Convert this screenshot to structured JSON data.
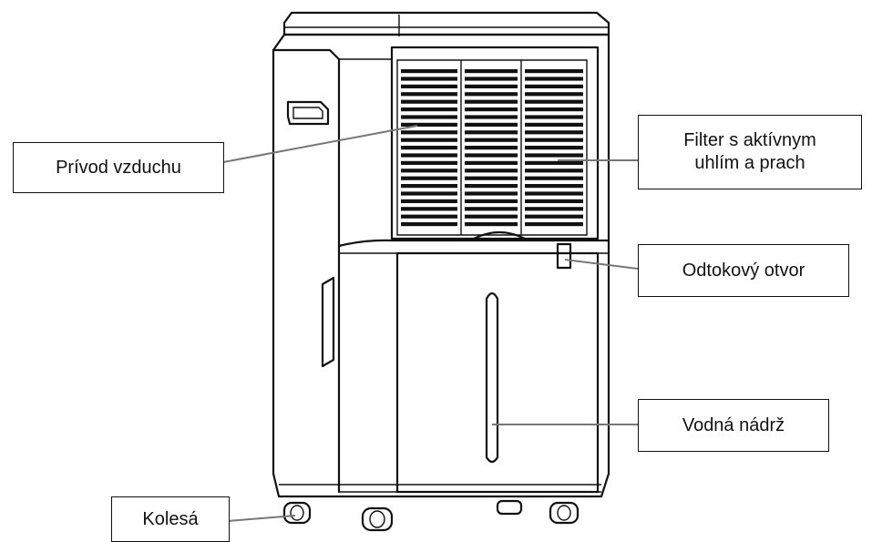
{
  "labels": {
    "air_intake": "Prívod vzduchu",
    "filter": "Filter s aktívnym\nuhlím a prach",
    "drain": "Odtokový otvor",
    "tank": "Vodná nádrž",
    "wheels": "Kolesá"
  },
  "colors": {
    "outline": "#111111",
    "leader": "#777777",
    "background": "#ffffff"
  }
}
